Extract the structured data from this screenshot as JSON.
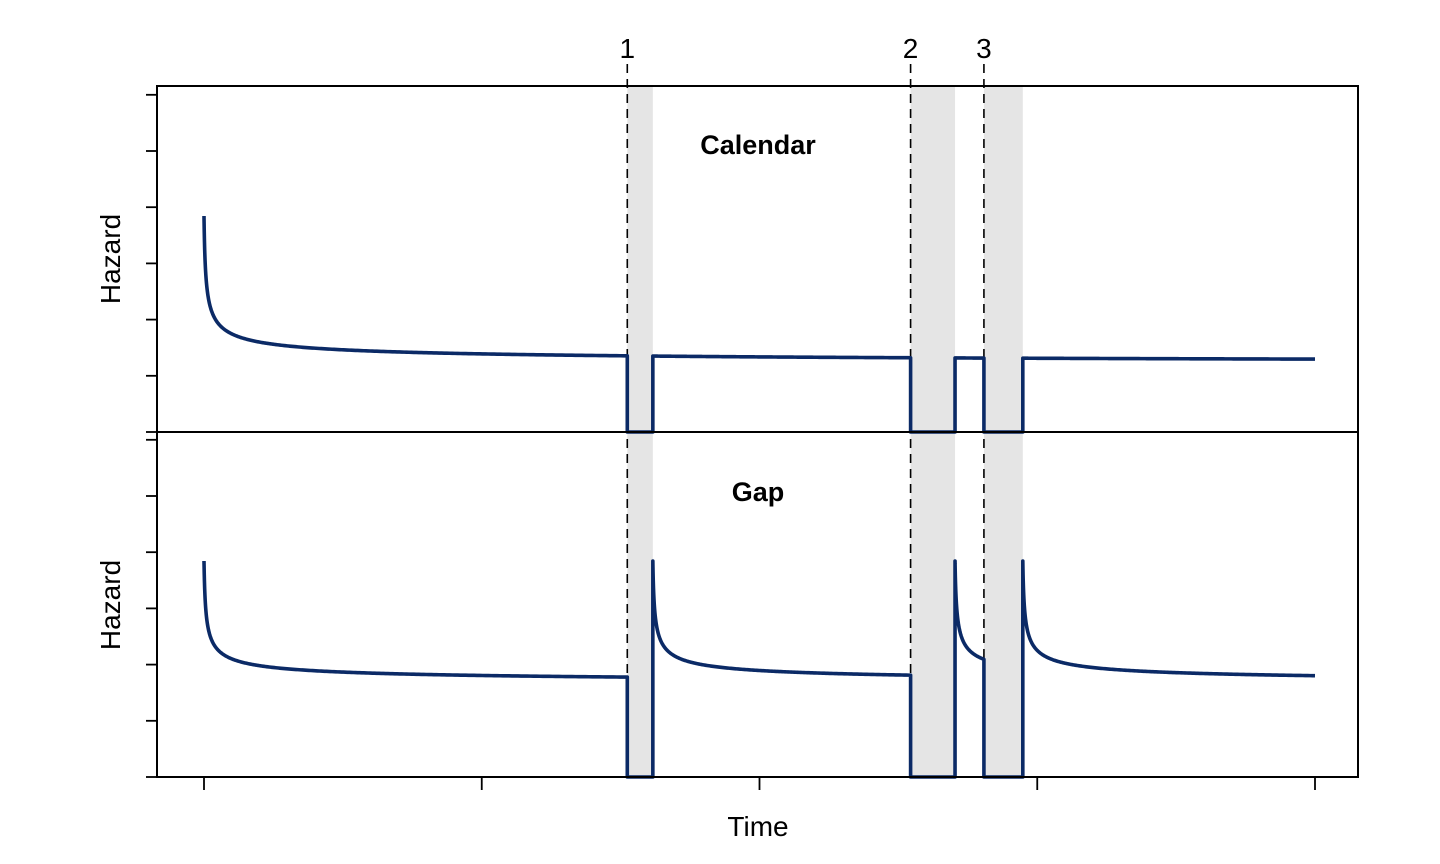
{
  "chart_data": {
    "type": "line",
    "xlabel": "Time",
    "ylabel": "Hazard",
    "x_range": [
      0,
      1
    ],
    "y_range": [
      0,
      1
    ],
    "x_ticks_labeled": false,
    "y_ticks_labeled": false,
    "line_color": "#0b2a66",
    "shade_color": "#e5e5e5",
    "events": [
      {
        "label": "1",
        "start": 0.381,
        "end": 0.404
      },
      {
        "label": "2",
        "start": 0.636,
        "end": 0.676
      },
      {
        "label": "3",
        "start": 0.702,
        "end": 0.737
      }
    ],
    "panels": [
      {
        "title": "Calendar",
        "timescale": "calendar",
        "peak": 0.8,
        "level_at_end": 0.27
      },
      {
        "title": "Gap",
        "timescale": "gap",
        "peak": 0.8,
        "level_at_end": 0.36
      }
    ]
  }
}
